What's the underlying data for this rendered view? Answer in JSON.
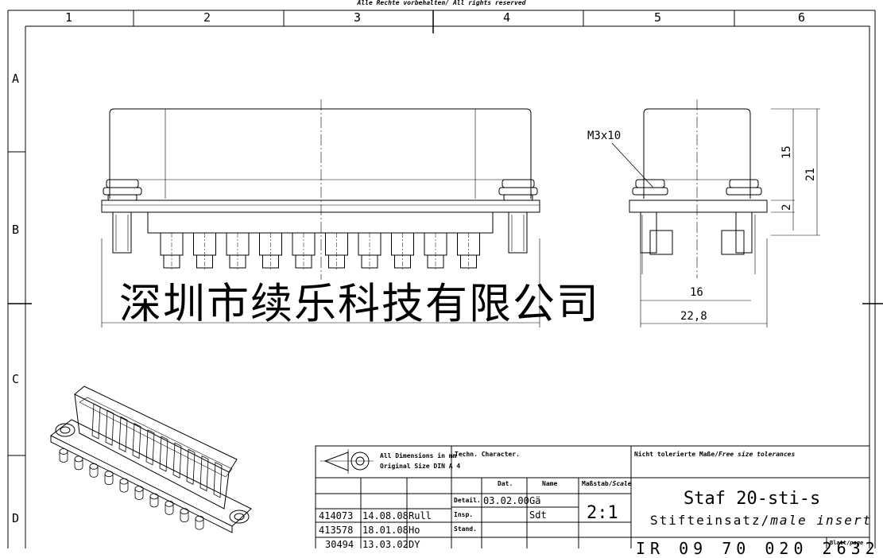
{
  "header": {
    "rights_de": "Alle Rechte vorbehalten/",
    "rights_en": "All rights reserved"
  },
  "zones": {
    "columns": [
      "1",
      "2",
      "3",
      "4",
      "5",
      "6"
    ],
    "rows": [
      "A",
      "B",
      "C",
      "D"
    ]
  },
  "annotations": {
    "thread": "M3x10",
    "dim_15": "15",
    "dim_21": "21",
    "dim_2": "2",
    "dim_16": "16",
    "dim_22_8": "22,8"
  },
  "watermark": "深圳市续乐科技有限公司",
  "title_block": {
    "dimensions_note_1": "All Dimensions in mm",
    "dimensions_note_2": "Original Size DIN A 4",
    "techn_character": "Techn. Character.",
    "tolerances_de": "Nicht tolerierte Maße/",
    "tolerances_en": "Free size tolerances",
    "col_date": "Dat.",
    "col_name": "Name",
    "scale_label_de": "Maßstab/",
    "scale_label_en": "Scale",
    "scale_value": "2:1",
    "row_detail": "Detail.",
    "row_insp": "Insp.",
    "row_stand": "Stand.",
    "detail_date": "03.02.00",
    "detail_name": "Gä",
    "insp_name": "Sdt",
    "title": "Staf 20-sti-s",
    "subtitle_de": "Stifteinsatz/",
    "subtitle_en": "male insert (F)",
    "revisions": [
      {
        "no": "414073",
        "date": "14.08.08",
        "name": "Rull"
      },
      {
        "no": "413578",
        "date": "18.01.08",
        "name": "Ho"
      },
      {
        "no": "30494",
        "date": "13.03.02",
        "name": "DY"
      }
    ],
    "drawing_no": "IR 09 70 020 2632",
    "sheet_label_de": "Blatt/",
    "sheet_label_en": "page"
  }
}
